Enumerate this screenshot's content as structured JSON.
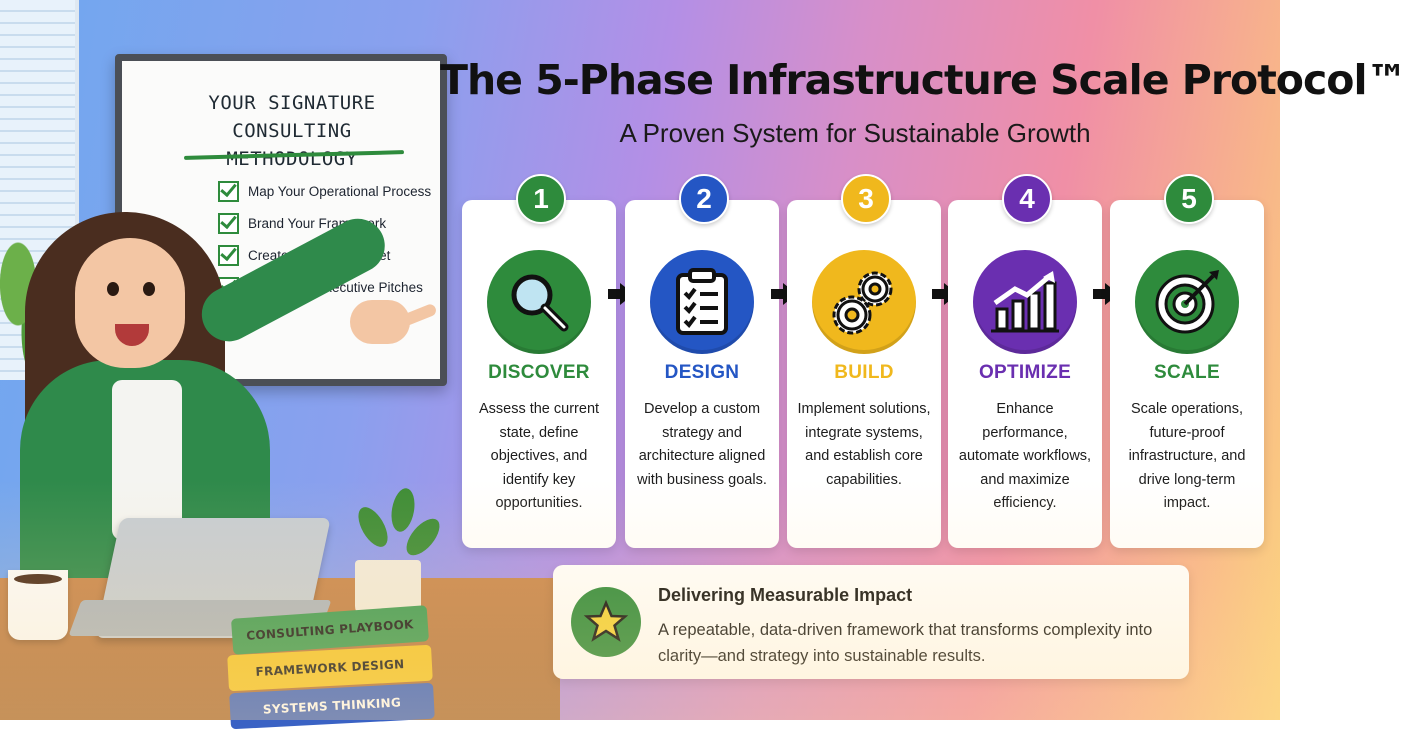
{
  "whiteboard": {
    "title_line1": "YOUR SIGNATURE",
    "title_line2": "CONSULTING METHODOLOGY",
    "items": [
      "Map Your Operational Process",
      "Brand Your Framework",
      "Create a Tangible Asset",
      "Streamline Executive Pitches"
    ]
  },
  "books": [
    "CONSULTING PLAYBOOK",
    "FRAMEWORK DESIGN",
    "SYSTEMS THINKING"
  ],
  "header": {
    "title": "The 5-Phase Infrastructure Scale Protocol™",
    "subtitle": "A Proven System for Sustainable Growth"
  },
  "phases": [
    {
      "number": "1",
      "name": "DISCOVER",
      "icon": "magnifying-glass-icon",
      "color": "#2e8b3c",
      "description": "Assess the current state, define objectives, and identify key opportunities."
    },
    {
      "number": "2",
      "name": "DESIGN",
      "icon": "clipboard-checklist-icon",
      "color": "#2456c4",
      "description": "Develop a custom strategy and architecture aligned with business goals."
    },
    {
      "number": "3",
      "name": "BUILD",
      "icon": "gears-icon",
      "color": "#f0b81d",
      "description": "Implement solutions, integrate systems, and establish core capabilities."
    },
    {
      "number": "4",
      "name": "OPTIMIZE",
      "icon": "growth-chart-icon",
      "color": "#6a2fb0",
      "description": "Enhance performance, automate workflows, and maximize efficiency."
    },
    {
      "number": "5",
      "name": "SCALE",
      "icon": "target-icon",
      "color": "#2e8b3c",
      "description": "Scale operations, future-proof infrastructure, and drive long-term impact."
    }
  ],
  "impact": {
    "title": "Delivering Measurable Impact",
    "description": "A repeatable, data-driven framework that transforms complexity into clarity—and strategy into sustainable results."
  }
}
